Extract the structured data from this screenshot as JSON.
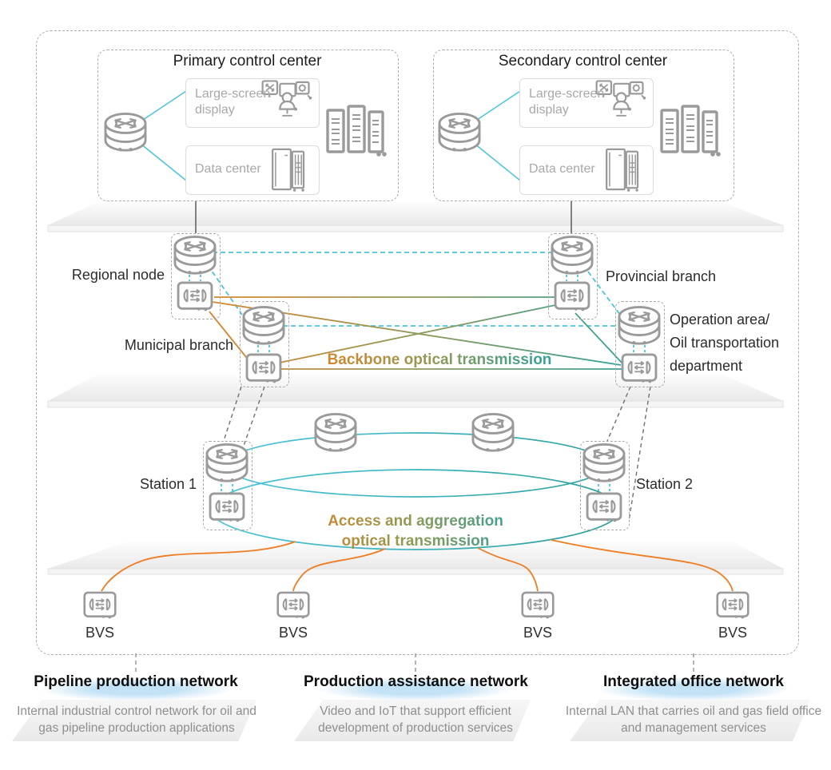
{
  "control_centers": [
    {
      "title": "Primary control center",
      "large_screen": "Large-screen display",
      "data_center": "Data center"
    },
    {
      "title": "Secondary control center",
      "large_screen": "Large-screen display",
      "data_center": "Data center"
    }
  ],
  "nodes": {
    "regional": "Regional node",
    "municipal": "Municipal branch",
    "provincial": "Provincial branch",
    "operation1": "Operation area/",
    "operation2": "Oil transportation",
    "operation3": "department",
    "station1": "Station 1",
    "station2": "Station 2"
  },
  "transmission": {
    "backbone": "Backbone optical transmission",
    "access1": "Access and aggregation",
    "access2": "optical transmission"
  },
  "bvs": "BVS",
  "networks": [
    {
      "title": "Pipeline production network",
      "desc": "Internal industrial control network for oil and gas pipeline production applications"
    },
    {
      "title": "Production assistance network",
      "desc": "Video and IoT that support efficient development of production services"
    },
    {
      "title": "Integrated office network",
      "desc": "Internal LAN that carries oil and gas field office and management services"
    }
  ],
  "colors": {
    "cyan": "#4cc4dc",
    "orange": "#ee7d23",
    "teal": "#2fa29c",
    "icon_gray": "#9a9a9a"
  }
}
